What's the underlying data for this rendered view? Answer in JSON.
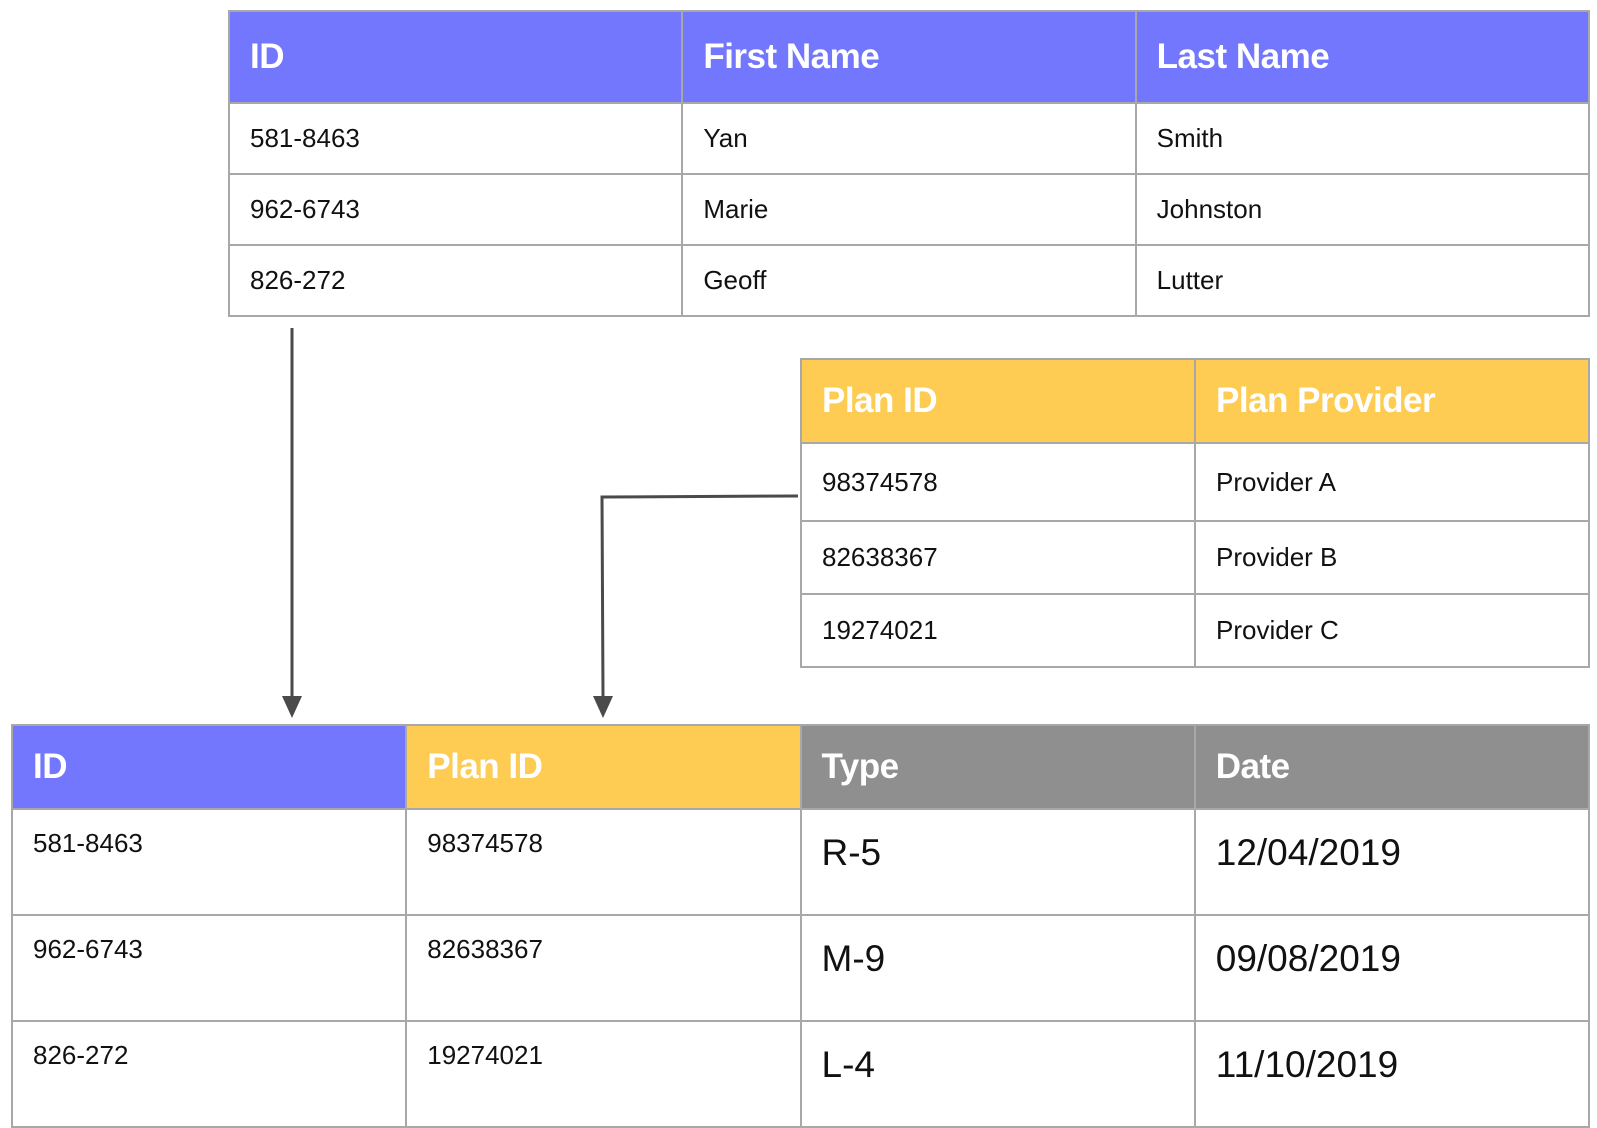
{
  "colors": {
    "customer_header": "#7277fd",
    "plan_header": "#fecc52",
    "enrollment_header": "#8f8f8f",
    "border": "#a8a8a8",
    "arrow": "#4a4a4a"
  },
  "customers_table": {
    "headers": [
      "ID",
      "First Name",
      "Last Name"
    ],
    "rows": [
      [
        "581-8463",
        "Yan",
        "Smith"
      ],
      [
        "962-6743",
        "Marie",
        "Johnston"
      ],
      [
        "826-272",
        "Geoff",
        "Lutter"
      ]
    ]
  },
  "plans_table": {
    "headers": [
      "Plan ID",
      "Plan Provider"
    ],
    "rows": [
      [
        "98374578",
        "Provider A"
      ],
      [
        "82638367",
        "Provider B"
      ],
      [
        "19274021",
        "Provider C"
      ]
    ]
  },
  "enrollments_table": {
    "headers": [
      "ID",
      "Plan ID",
      "Type",
      "Date"
    ],
    "rows": [
      [
        "581-8463",
        "98374578",
        "R-5",
        "12/04/2019"
      ],
      [
        "962-6743",
        "82638367",
        "M-9",
        "09/08/2019"
      ],
      [
        "826-272",
        "19274021",
        "L-4",
        "11/10/2019"
      ]
    ]
  },
  "connectors": [
    {
      "from": "customers_table.ID",
      "to": "enrollments_table.ID",
      "icon": "arrow-down-icon"
    },
    {
      "from": "plans_table.Plan ID",
      "to": "enrollments_table.Plan ID",
      "icon": "arrow-down-icon"
    }
  ]
}
